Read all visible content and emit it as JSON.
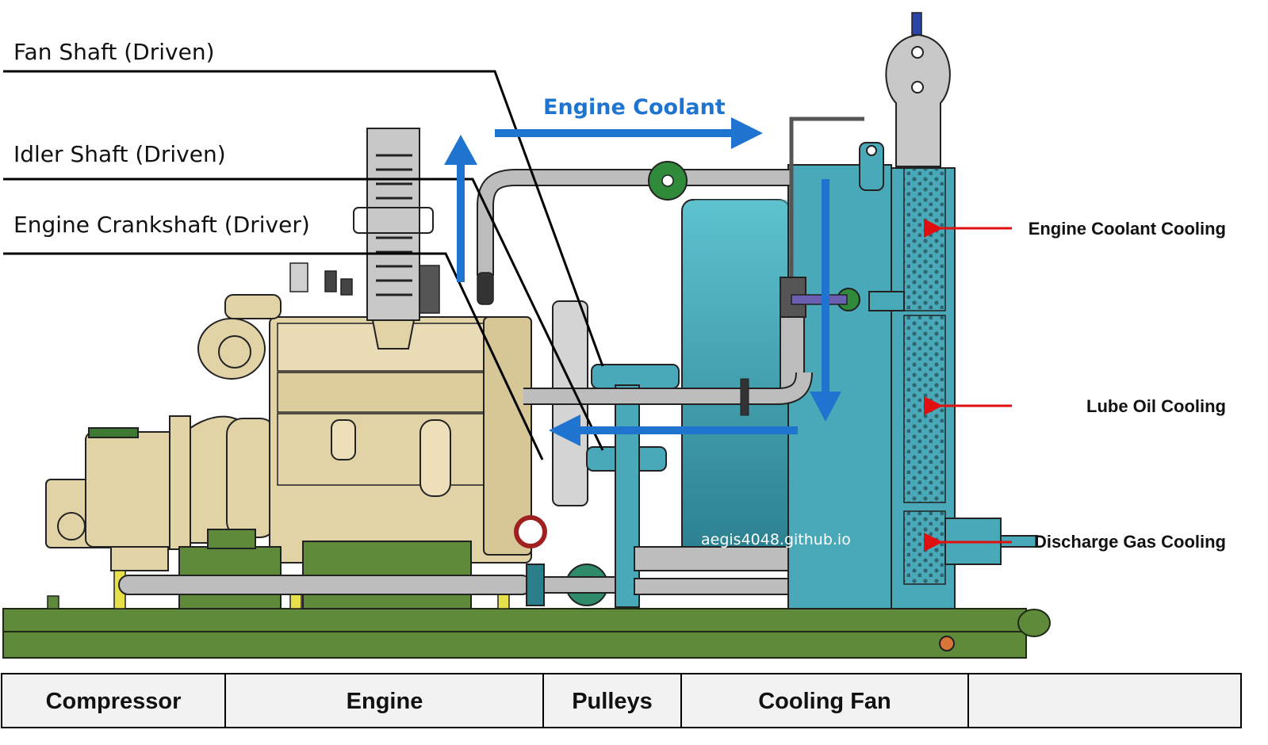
{
  "leader_labels": {
    "fan_shaft": "Fan Shaft (Driven)",
    "idler_shaft": "Idler Shaft (Driven)",
    "engine_crankshaft": "Engine Crankshaft (Driver)"
  },
  "flow_label": "Engine Coolant",
  "cooling_labels": {
    "engine_coolant_cooling": "Engine Coolant Cooling",
    "lube_oil_cooling": "Lube Oil Cooling",
    "discharge_gas_cooling": "Discharge Gas Cooling"
  },
  "watermark": "aegis4048.github.io",
  "sections": {
    "compressor": "Compressor",
    "engine": "Engine",
    "pulleys": "Pulleys",
    "cooling_fan": "Cooling Fan",
    "blank": ""
  },
  "colors": {
    "skid_green": "#5f8a3a",
    "engine_tan": "#e2d3a7",
    "cooler_teal": "#4aa9b9",
    "flow_blue": "#1f74d0",
    "pointer_red": "#e01010",
    "exhaust_grey": "#c8c8c8"
  }
}
